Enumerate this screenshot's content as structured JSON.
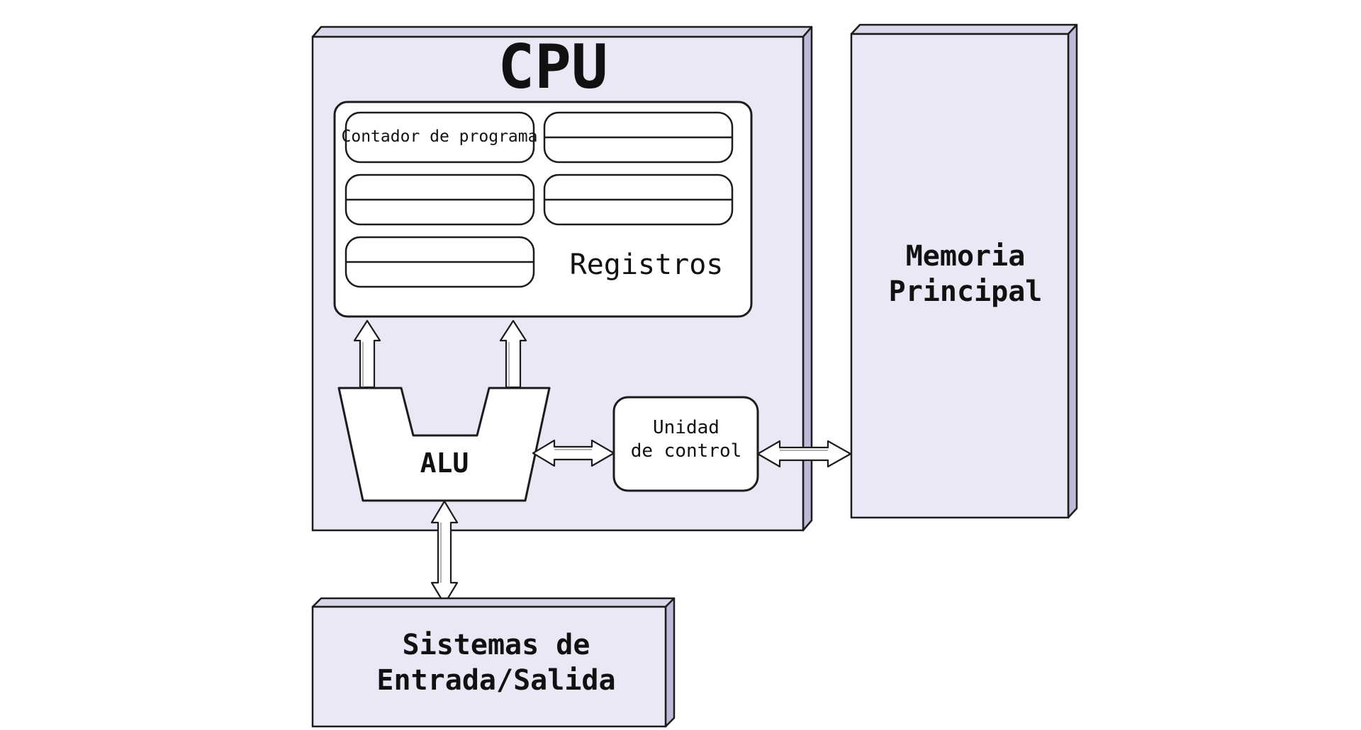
{
  "colors": {
    "box_fill": "#e9e8f4",
    "box_side": "#bcbad6",
    "box_top": "#d9d8ea",
    "stroke": "#1c1c1c",
    "inner_fill": "#ffffff",
    "arrow_fill": "#ffffff"
  },
  "cpu": {
    "title": "CPU"
  },
  "registers": {
    "label": "Registros",
    "program_counter": "Contador de programa"
  },
  "alu": {
    "label": "ALU"
  },
  "control_unit": {
    "line1": "Unidad",
    "line2": "de control"
  },
  "memory": {
    "line1": "Memoria",
    "line2": "Principal"
  },
  "io": {
    "line1": "Sistemas de",
    "line2": "Entrada/Salida"
  }
}
